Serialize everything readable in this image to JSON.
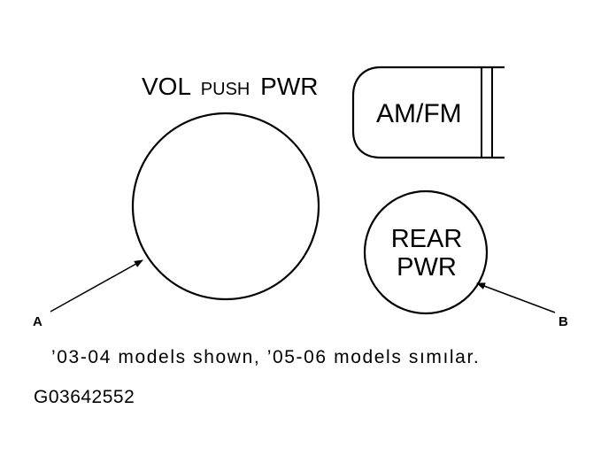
{
  "labels": {
    "vol_left": "VOL",
    "vol_mid": "PUSH",
    "vol_right": "PWR",
    "am_fm": "AM/FM",
    "rear_line1": "REAR",
    "rear_line2": "PWR",
    "callout_a": "A",
    "callout_b": "B"
  },
  "caption": "’03-04 models shown, ’05-06 models sımılar.",
  "figure_id": "G03642552"
}
